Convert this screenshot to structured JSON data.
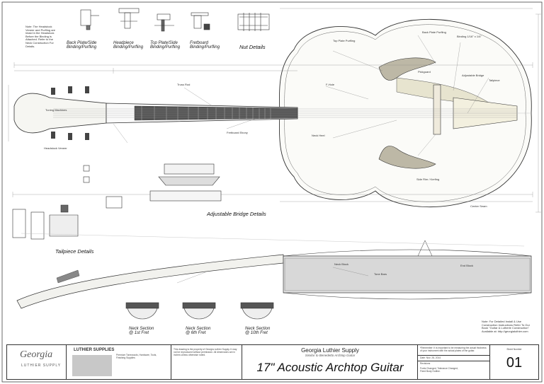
{
  "section_titles": {
    "binding_back": "Back Plate/Side Binding/Purfling",
    "binding_head": "Headpiece Binding/Purfling",
    "binding_top": "Top Plate/Side Binding/Purfling",
    "binding_fret": "Fretboard Binding/Purfling",
    "nut": "Nut Details",
    "bridge": "Adjustable Bridge Details",
    "tailpiece": "Tailpiece Details",
    "neck1": "Neck Section @ 1st Fret",
    "neck6": "Neck Section @ 6th Fret",
    "neck10": "Neck Section @ 10th Fret"
  },
  "notes": {
    "top_left": "Note: The Headstock Veneer and Purfling are Inlaid in the Headstock Before the Binding is Attached. Refer to the Neck Construction For Details.",
    "body_tail": "Note: For Detailed Install & Use Construction Instructions Refer To Our Book \"Guitar & Lutherie Construction\" Available at: http://georgialuthier.com"
  },
  "logo": {
    "name": "Georgia",
    "sub": "LUTHIER SUPPLY",
    "banner": "LUTHIER SUPPLIES",
    "banner_sub": "Premium Tonewoods, Hardware, Tools, Finishing Supplies"
  },
  "titleblock": {
    "company": "Georgia Luthier Supply",
    "similar": "Similar to Benedetto Archtop Guitar",
    "title": "17\" Acoustic Archtop Guitar",
    "date_label": "Date: Nov. 28, 2014",
    "revisions_label": "Revisions",
    "revisions_text": "Fonts Changed, Tolerance Changed, Fixed Body Outline.",
    "sheet_label": "Sheet Number",
    "sheet_number": "01",
    "disclaimer": "This drawing is the property of Georgia Luthier Supply. It may not be reproduced without permission. All dimensions are in inches unless otherwise noted.",
    "note_right": "*Remember: It is important to be measuring the actual thickness of your instrument with the actual plates of the guitar."
  },
  "callouts": {
    "c1": "Top Plate Purfling",
    "c2": "Back Plate Purfling",
    "c3": "Binding 1/16\" x 1/4\"",
    "c4": "Adjustable Bridge",
    "c5": "Tailpiece",
    "c6": "Pickguard",
    "c7": "F-Hole",
    "c8": "Neck Heel",
    "c9": "Truss Rod",
    "c10": "Fretboard Ebony",
    "c11": "Headstock Veneer",
    "c12": "Tuning Machines",
    "c13": "Side Rim / Kerfing",
    "c14": "End Block",
    "c15": "Neck Block",
    "c16": "Tone Bars",
    "c17": "Center Seam"
  },
  "chart_data": {}
}
